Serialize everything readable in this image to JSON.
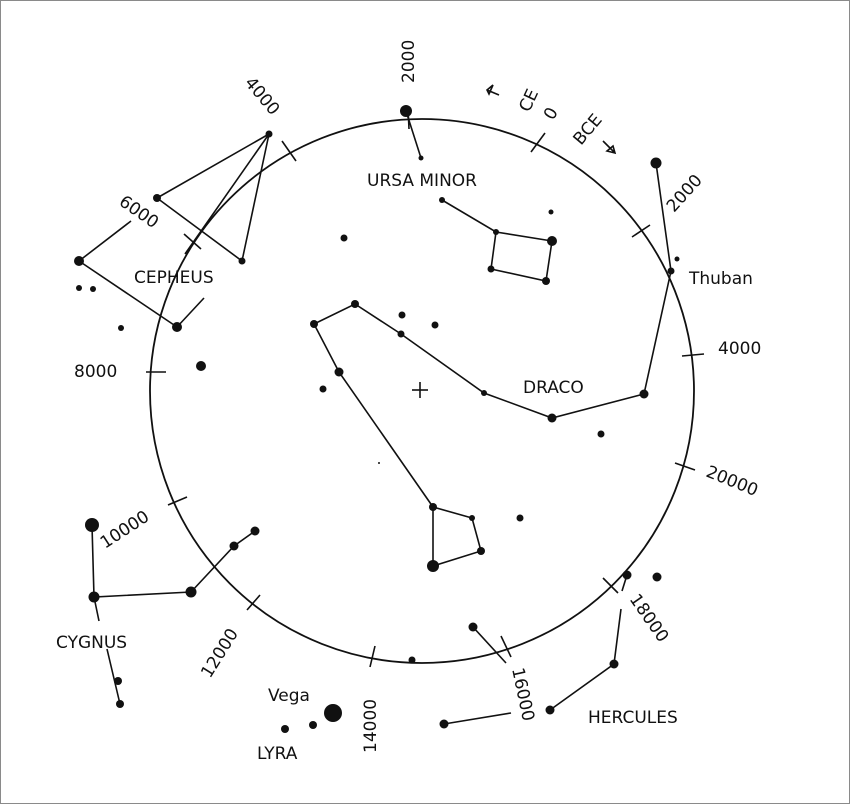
{
  "constellations": {
    "ursa_minor": "URSA MINOR",
    "cepheus": "CEPHEUS",
    "draco": "DRACO",
    "cygnus": "CYGNUS",
    "lyra": "LYRA",
    "hercules": "HERCULES"
  },
  "stars": {
    "thuban": "Thuban",
    "vega": "Vega"
  },
  "era": {
    "ce": "CE",
    "zero": "0",
    "bce": "BCE"
  },
  "ce_years": [
    "2000",
    "4000",
    "6000",
    "8000",
    "10000",
    "12000",
    "14000"
  ],
  "bce_years": [
    "2000",
    "4000",
    "20000",
    "18000",
    "16000"
  ]
}
